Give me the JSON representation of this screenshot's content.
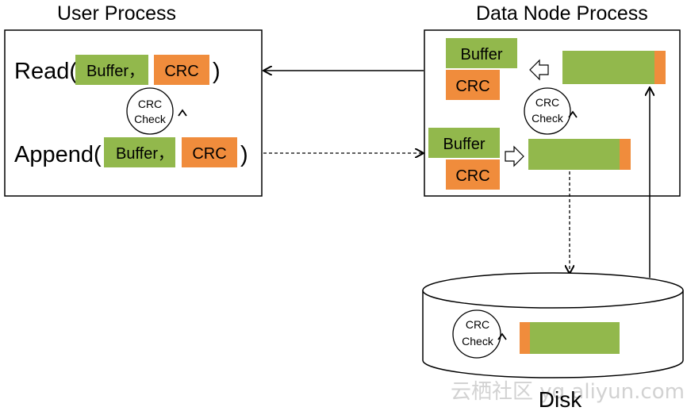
{
  "user_process": {
    "title": "User Process",
    "read_label": "Read(",
    "append_label": "Append(",
    "close_paren": ")",
    "buffer_read": "Buffer，",
    "buffer_append": "Buffer，",
    "crc": "CRC",
    "check_line1": "CRC",
    "check_line2": "Check"
  },
  "data_node_process": {
    "title": "Data Node Process",
    "buffer": "Buffer",
    "crc": "CRC",
    "check_line1": "CRC",
    "check_line2": "Check"
  },
  "disk": {
    "label": "Disk",
    "check_line1": "CRC",
    "check_line2": "Check"
  },
  "watermark": {
    "text": "云栖社区 yq.aliyun.com"
  },
  "colors": {
    "buffer_green": "#92b84c",
    "crc_orange": "#f08c3c",
    "stroke": "#000000"
  }
}
